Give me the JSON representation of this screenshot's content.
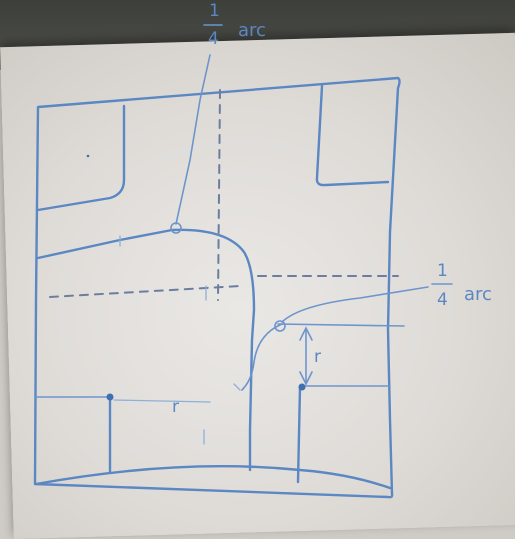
{
  "annotations": {
    "top_fraction_numerator": "1",
    "top_fraction_denominator": "4",
    "top_arc_word": "arc",
    "right_fraction_numerator": "1",
    "right_fraction_denominator": "4",
    "right_arc_word": "arc",
    "radius_label_left": "r",
    "radius_label_right": "r"
  },
  "colors": {
    "ink": "#5b87c2",
    "dashed_line": "#6c7da0",
    "whiteboard": "#e3e1de",
    "wall": "#43443f"
  }
}
